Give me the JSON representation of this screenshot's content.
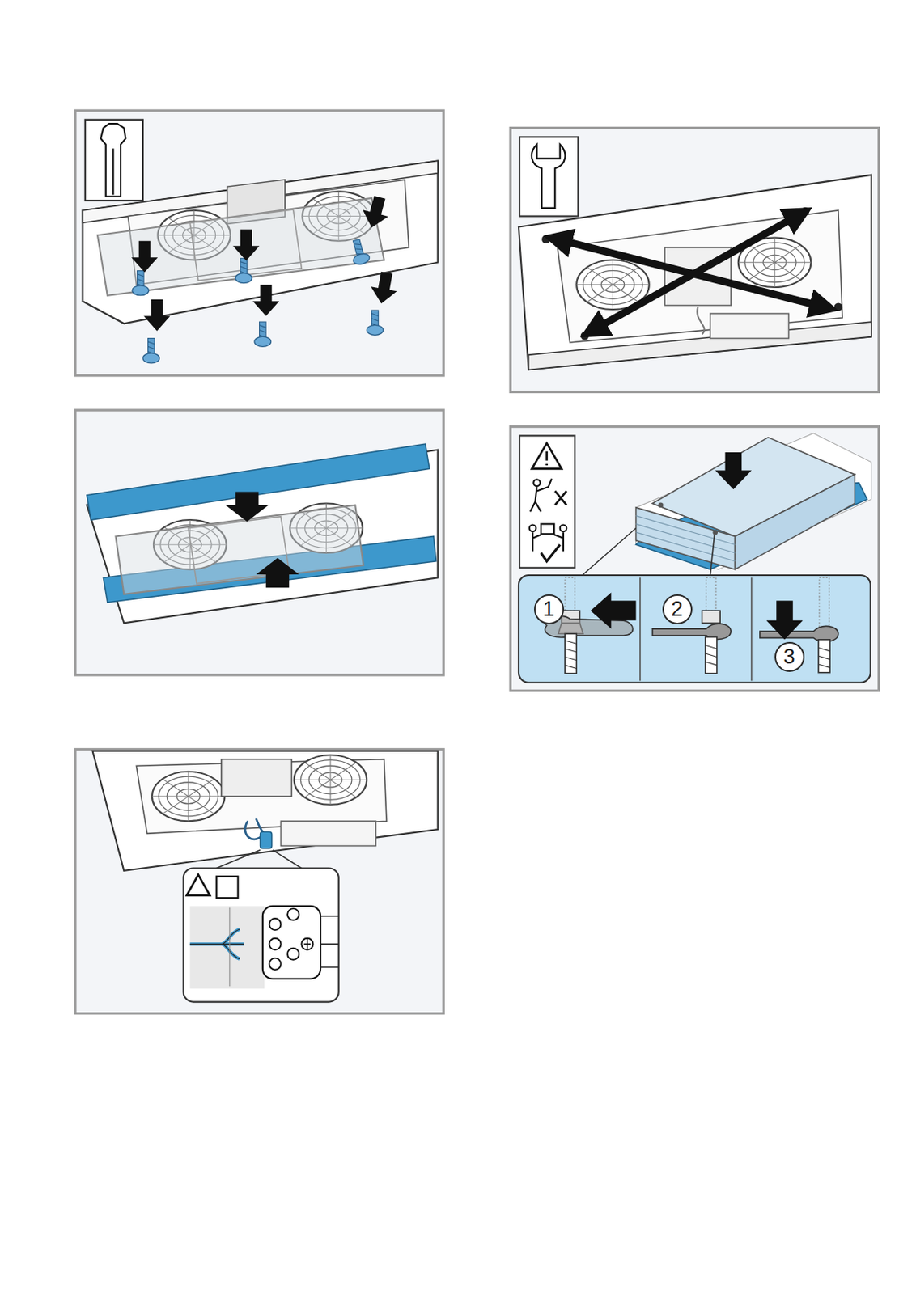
{
  "diagram": {
    "nodes": [
      {
        "text": [
          "1"
        ]
      },
      {
        "text": [
          "2"
        ]
      },
      {
        "text": [
          "3"
        ]
      }
    ]
  }
}
